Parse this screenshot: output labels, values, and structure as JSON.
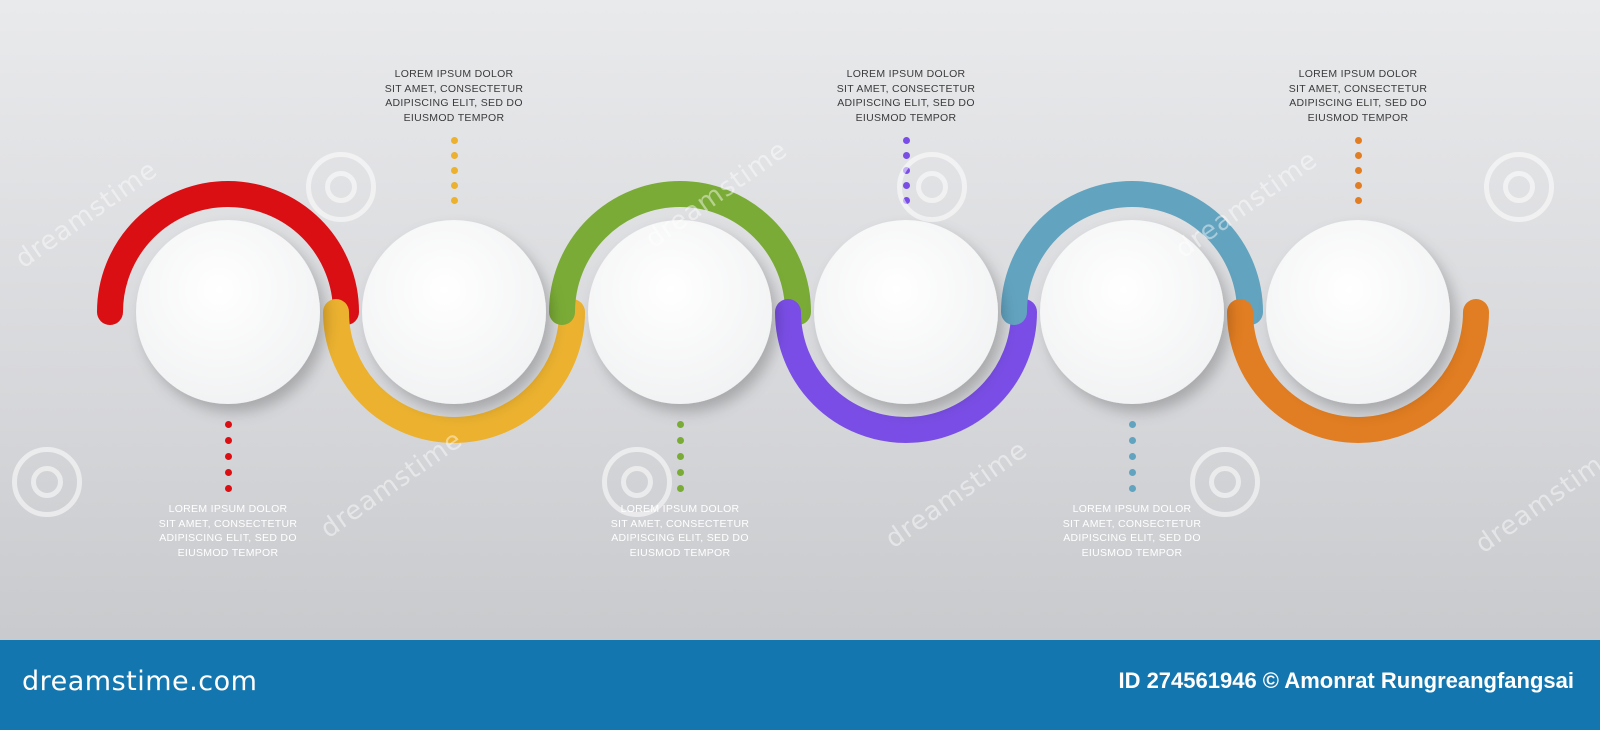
{
  "steps": [
    {
      "id": 1,
      "color": "#d90f14",
      "caption": "LOREM IPSUM DOLOR\nSIT AMET, CONSECTETUR\nADIPISCING ELIT, SED DO\nEIUSMOD TEMPOR",
      "caption_position": "bottom"
    },
    {
      "id": 2,
      "color": "#ebb12f",
      "caption": "LOREM IPSUM DOLOR\nSIT AMET, CONSECTETUR\nADIPISCING ELIT, SED DO\nEIUSMOD TEMPOR",
      "caption_position": "top"
    },
    {
      "id": 3,
      "color": "#7aab36",
      "caption": "LOREM IPSUM DOLOR\nSIT AMET, CONSECTETUR\nADIPISCING ELIT, SED DO\nEIUSMOD TEMPOR",
      "caption_position": "bottom"
    },
    {
      "id": 4,
      "color": "#7a4ee6",
      "caption": "LOREM IPSUM DOLOR\nSIT AMET, CONSECTETUR\nADIPISCING ELIT, SED DO\nEIUSMOD TEMPOR",
      "caption_position": "top"
    },
    {
      "id": 5,
      "color": "#62a3bf",
      "caption": "LOREM IPSUM DOLOR\nSIT AMET, CONSECTETUR\nADIPISCING ELIT, SED DO\nEIUSMOD TEMPOR",
      "caption_position": "bottom"
    },
    {
      "id": 6,
      "color": "#e17d22",
      "caption": "LOREM IPSUM DOLOR\nSIT AMET, CONSECTETUR\nADIPISCING ELIT, SED DO\nEIUSMOD TEMPOR",
      "caption_position": "top"
    }
  ],
  "watermark": {
    "text": "dreamstime"
  },
  "footer": {
    "logo": "dreamstime.com",
    "credit": "ID 274561946 © Amonrat Rungreangfangsai",
    "background": "#1476ae"
  }
}
